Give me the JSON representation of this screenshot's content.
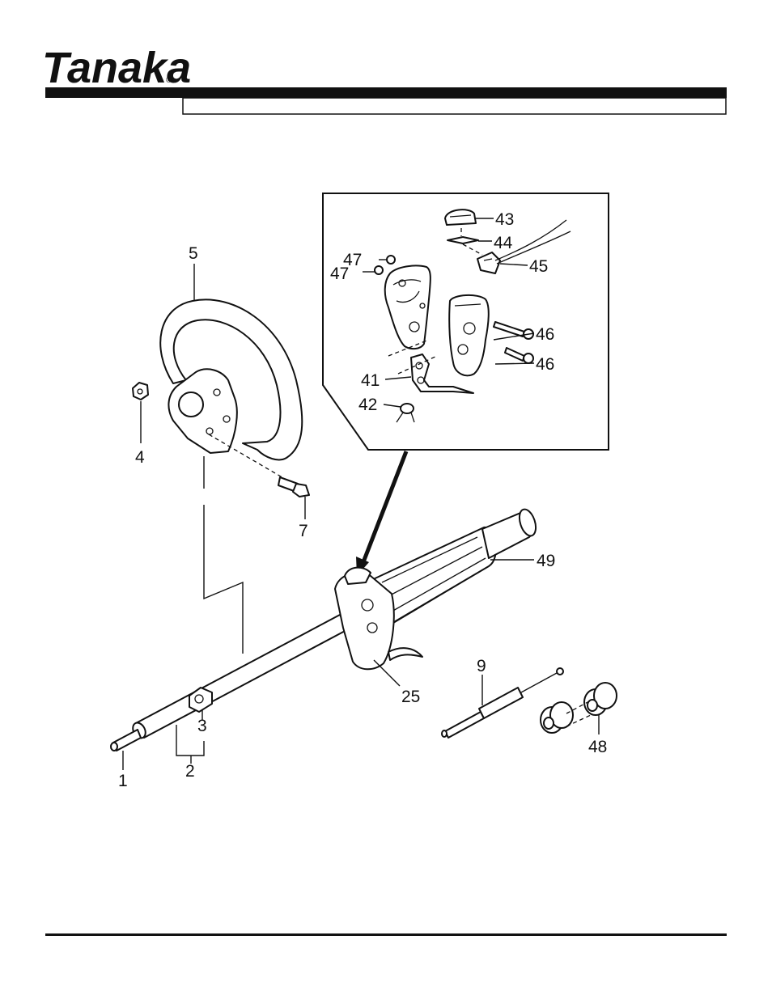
{
  "brand": {
    "name": "Tanaka",
    "registered_mark": "®",
    "color": "#111111"
  },
  "header_band": {
    "title": ""
  },
  "callouts": {
    "c1": "1",
    "c2": "2",
    "c3": "3",
    "c4": "4",
    "c5": "5",
    "c7": "7",
    "c9": "9",
    "c25": "25",
    "c41": "41",
    "c42": "42",
    "c43": "43",
    "c44": "44",
    "c45": "45",
    "c46a": "46",
    "c46b": "46",
    "c47a": "47",
    "c47b": "47",
    "c48": "48",
    "c49": "49"
  },
  "icons": {
    "logo": "tanaka-logo-icon",
    "handle": "loop-handle-icon",
    "shaft": "drive-shaft-tube-icon",
    "grip": "throttle-grip-icon",
    "cable": "throttle-cable-icon",
    "dampers": "damper-rubbers-icon"
  }
}
